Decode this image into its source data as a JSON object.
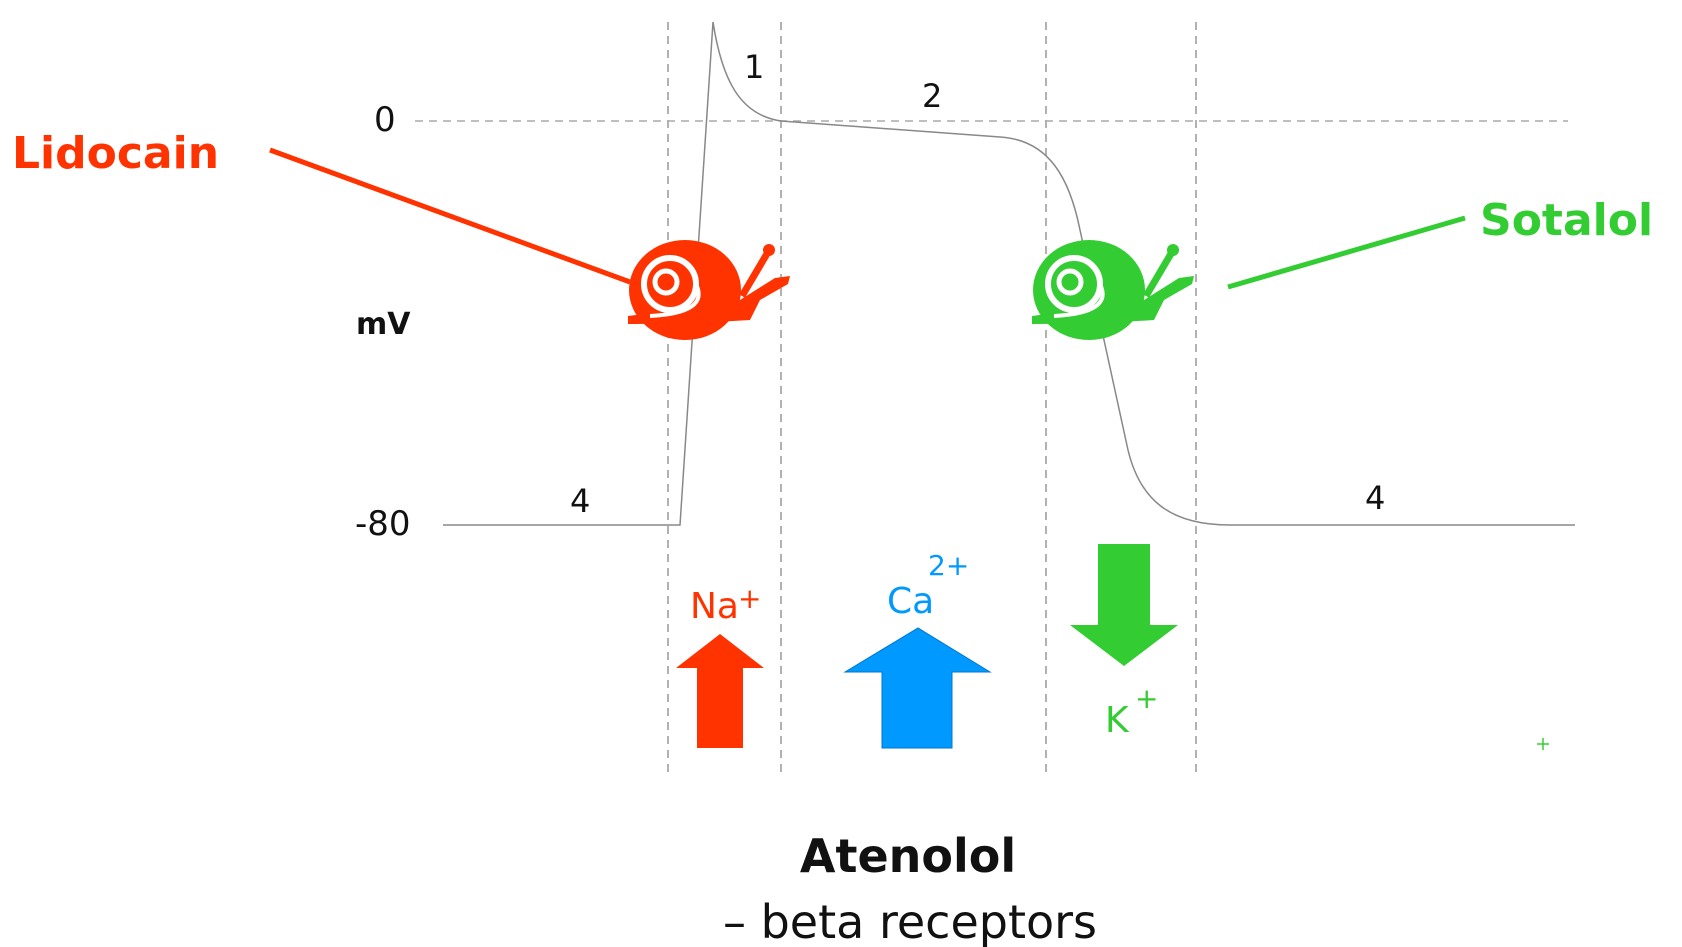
{
  "colors": {
    "sodium": "#ff3300",
    "calcium": "#0099ff",
    "potassium": "#33cc33",
    "curve": "#888888",
    "guides": "#999999"
  },
  "axis": {
    "unit": "mV",
    "tick_top": "0",
    "tick_bottom": "-80"
  },
  "phases": {
    "p1": "1",
    "p2": "2",
    "p4_left": "4",
    "p4_right": "4"
  },
  "drugs": {
    "lidocain": "Lidocain",
    "sotalol": "Sotalol"
  },
  "ions": {
    "sodium": {
      "label": "Na",
      "charge": "+"
    },
    "calcium": {
      "label": "Ca",
      "charge": "2+"
    },
    "potassium": {
      "label": "K",
      "charge": "+"
    }
  },
  "icons": {
    "lidocain_snail": "snail-icon",
    "sotalol_snail": "snail-icon"
  },
  "caption": {
    "main": "Atenolol",
    "sub": "– beta receptors"
  }
}
